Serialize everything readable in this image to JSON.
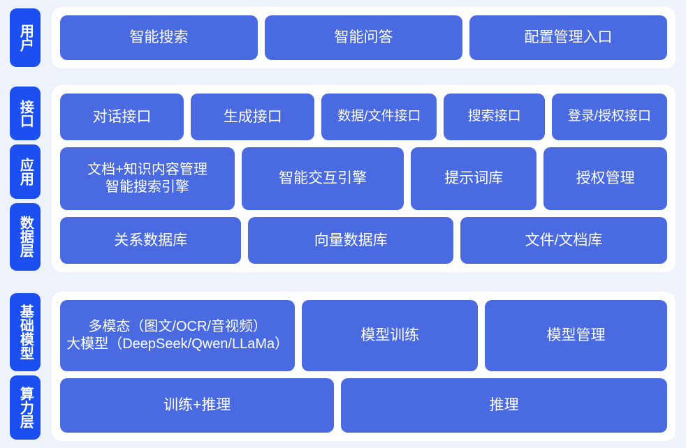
{
  "theme": {
    "page_background": "#eef2fa",
    "panel_background": "#ffffff",
    "tab_color": "#1b4ff0",
    "box_color": "#4a6ae2",
    "text_color": "#ffffff"
  },
  "sections": [
    {
      "id": "user",
      "tabs": [
        "用户"
      ],
      "rows": [
        {
          "id": "user",
          "boxes": [
            "智能搜索",
            "智能问答",
            "配置管理入口"
          ]
        }
      ]
    },
    {
      "id": "middle",
      "tabs": [
        "接口",
        "应用",
        "数据层"
      ],
      "rows": [
        {
          "id": "interface",
          "boxes": [
            "对话接口",
            "生成接口",
            "数据/文件接口",
            "搜索接口",
            "登录/授权接口"
          ]
        },
        {
          "id": "application",
          "boxes": [
            "文档+知识内容管理\n智能搜索引擎",
            "智能交互引擎",
            "提示词库",
            "授权管理"
          ]
        },
        {
          "id": "data",
          "boxes": [
            "关系数据库",
            "向量数据库",
            "文件/文档库"
          ]
        }
      ]
    },
    {
      "id": "base",
      "tabs": [
        "基础模型",
        "算力层"
      ],
      "rows": [
        {
          "id": "model",
          "boxes": [
            "多模态（图文/OCR/音视频）\n大模型（DeepSeek/Qwen/LLaMa）",
            "模型训练",
            "模型管理"
          ]
        },
        {
          "id": "compute",
          "boxes": [
            "训练+推理",
            "推理"
          ]
        }
      ]
    }
  ],
  "sec_user": {
    "tab_0": "用户",
    "box_0": "智能搜索",
    "box_1": "智能问答",
    "box_2": "配置管理入口"
  },
  "sec_mid": {
    "tab_0": "接口",
    "tab_1": "应用",
    "tab_2": "数据层",
    "if_0": "对话接口",
    "if_1": "生成接口",
    "if_2": "数据/文件接口",
    "if_3": "搜索接口",
    "if_4": "登录/授权接口",
    "app_0": "文档+知识内容管理\n智能搜索引擎",
    "app_1": "智能交互引擎",
    "app_2": "提示词库",
    "app_3": "授权管理",
    "data_0": "关系数据库",
    "data_1": "向量数据库",
    "data_2": "文件/文档库"
  },
  "sec_base": {
    "tab_0": "基础模型",
    "tab_1": "算力层",
    "model_0": "多模态（图文/OCR/音视频）\n大模型（DeepSeek/Qwen/LLaMa）",
    "model_1": "模型训练",
    "model_2": "模型管理",
    "compute_0": "训练+推理",
    "compute_1": "推理"
  }
}
